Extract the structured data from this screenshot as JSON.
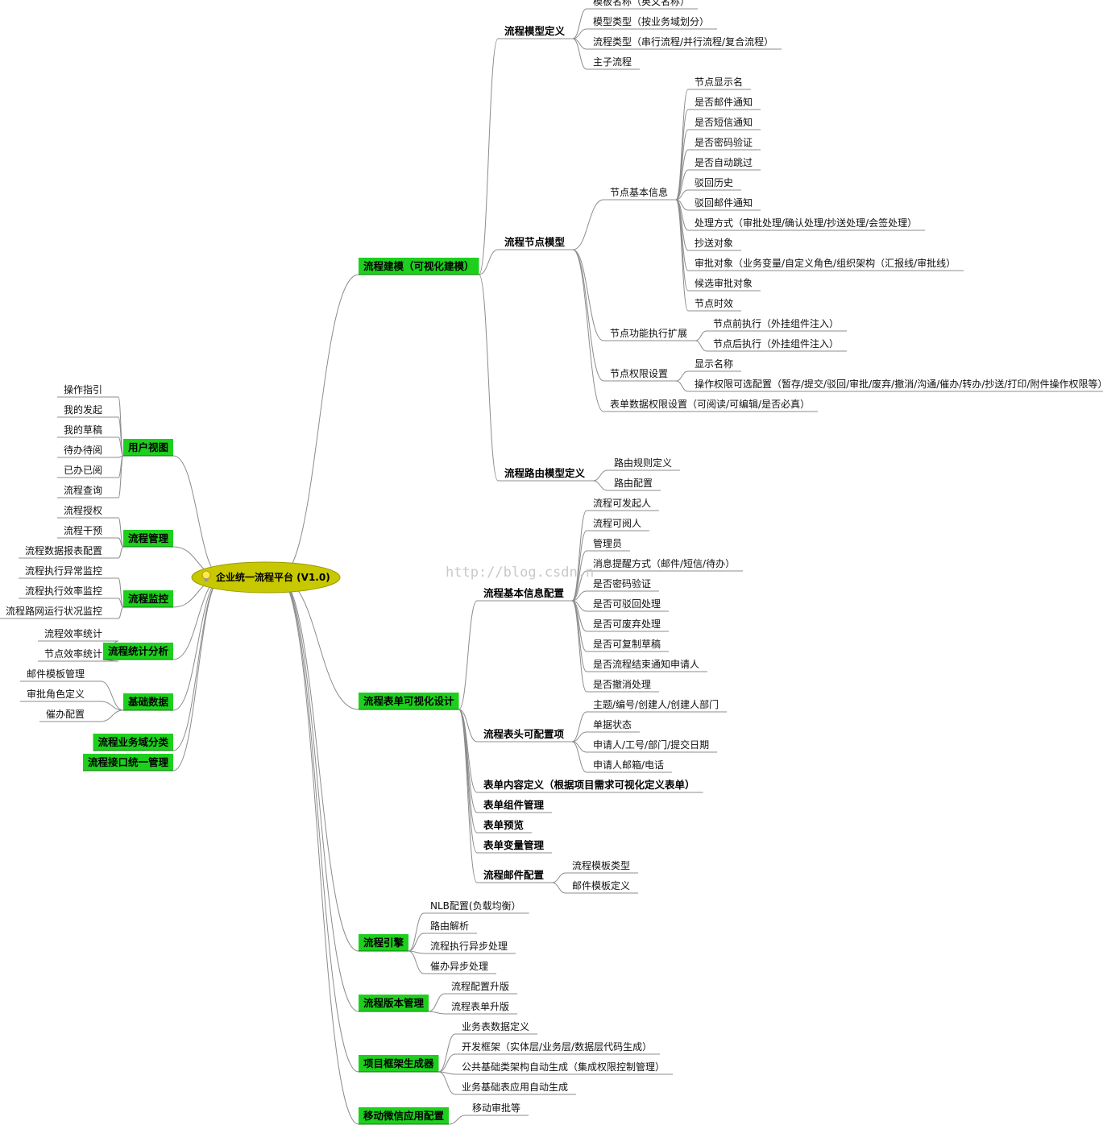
{
  "root": {
    "label": "企业统一流程平台 (V1.0)",
    "icon": "lightbulb-icon"
  },
  "watermark": "http://blog.csdn.n",
  "colors": {
    "root_fill": "#c8c800",
    "branch_fill": "#1ecf1e",
    "line": "#8c8c8c",
    "bulb": "#ffe94d"
  },
  "right_branches": [
    {
      "label": "流程建模（可视化建模）",
      "children": [
        {
          "label": "流程模型定义",
          "children": [
            {
              "label": "模板名称（英文名称）"
            },
            {
              "label": "模型类型（按业务域划分）"
            },
            {
              "label": "流程类型（串行流程/并行流程/复合流程）"
            },
            {
              "label": "主子流程"
            }
          ]
        },
        {
          "label": "流程节点模型",
          "children": [
            {
              "label": "节点基本信息",
              "children": [
                {
                  "label": "节点显示名"
                },
                {
                  "label": "是否邮件通知"
                },
                {
                  "label": "是否短信通知"
                },
                {
                  "label": "是否密码验证"
                },
                {
                  "label": "是否自动跳过"
                },
                {
                  "label": "驳回历史"
                },
                {
                  "label": "驳回邮件通知"
                },
                {
                  "label": "处理方式（审批处理/确认处理/抄送处理/会签处理）"
                },
                {
                  "label": "抄送对象"
                },
                {
                  "label": "审批对象（业务变量/自定义角色/组织架构（汇报线/审批线）"
                },
                {
                  "label": "候选审批对象"
                },
                {
                  "label": "节点时效"
                }
              ]
            },
            {
              "label": "节点功能执行扩展",
              "children": [
                {
                  "label": "节点前执行（外挂组件注入）"
                },
                {
                  "label": "节点后执行（外挂组件注入）"
                }
              ]
            },
            {
              "label": "节点权限设置",
              "children": [
                {
                  "label": "显示名称"
                },
                {
                  "label": "操作权限可选配置（暂存/提交/驳回/审批/废弃/撤消/沟通/催办/转办/抄送/打印/附件操作权限等）"
                }
              ]
            },
            {
              "label": "表单数据权限设置（可阅读/可编辑/是否必真）"
            }
          ]
        },
        {
          "label": "流程路由模型定义",
          "children": [
            {
              "label": "路由规则定义"
            },
            {
              "label": "路由配置"
            }
          ]
        }
      ]
    },
    {
      "label": "流程表单可视化设计",
      "children": [
        {
          "label": "流程基本信息配置",
          "children": [
            {
              "label": "流程可发起人"
            },
            {
              "label": "流程可阅人"
            },
            {
              "label": "管理员"
            },
            {
              "label": "消息提醒方式（邮件/短信/待办）"
            },
            {
              "label": "是否密码验证"
            },
            {
              "label": "是否可驳回处理"
            },
            {
              "label": "是否可废弃处理"
            },
            {
              "label": "是否可复制草稿"
            },
            {
              "label": "是否流程结束通知申请人"
            },
            {
              "label": "是否撤消处理"
            }
          ]
        },
        {
          "label": "流程表头可配置项",
          "children": [
            {
              "label": "主题/编号/创建人/创建人部门"
            },
            {
              "label": "单据状态"
            },
            {
              "label": "申请人/工号/部门/提交日期"
            },
            {
              "label": "申请人邮箱/电话"
            }
          ]
        },
        {
          "label": "表单内容定义（根据项目需求可视化定义表单）"
        },
        {
          "label": "表单组件管理"
        },
        {
          "label": "表单预览"
        },
        {
          "label": "表单变量管理"
        },
        {
          "label": "流程邮件配置",
          "children": [
            {
              "label": "流程模板类型"
            },
            {
              "label": "邮件模板定义"
            }
          ]
        }
      ]
    },
    {
      "label": "流程引擎",
      "children": [
        {
          "label": "NLB配置(负载均衡）"
        },
        {
          "label": "路由解析"
        },
        {
          "label": "流程执行异步处理"
        },
        {
          "label": "催办异步处理"
        }
      ]
    },
    {
      "label": "流程版本管理",
      "children": [
        {
          "label": "流程配置升版"
        },
        {
          "label": "流程表单升版"
        }
      ]
    },
    {
      "label": "项目框架生成器",
      "children": [
        {
          "label": "业务表数据定义"
        },
        {
          "label": "开发框架（实体层/业务层/数据层代码生成）"
        },
        {
          "label": "公共基础类架构自动生成（集成权限控制管理）"
        },
        {
          "label": "业务基础表应用自动生成"
        }
      ]
    },
    {
      "label": "移动微信应用配置",
      "children": [
        {
          "label": "移动审批等"
        }
      ]
    }
  ],
  "left_branches": [
    {
      "label": "用户视图",
      "children": [
        {
          "label": "操作指引"
        },
        {
          "label": "我的发起"
        },
        {
          "label": "我的草稿"
        },
        {
          "label": "待办待阅"
        },
        {
          "label": "已办已阅"
        },
        {
          "label": "流程查询"
        }
      ]
    },
    {
      "label": "流程管理",
      "children": [
        {
          "label": "流程授权"
        },
        {
          "label": "流程干预"
        },
        {
          "label": "流程数据报表配置"
        }
      ]
    },
    {
      "label": "流程监控",
      "children": [
        {
          "label": "流程执行异常监控"
        },
        {
          "label": "流程执行效率监控"
        },
        {
          "label": "流程路网运行状况监控"
        }
      ]
    },
    {
      "label": "流程统计分析",
      "children": [
        {
          "label": "流程效率统计"
        },
        {
          "label": "节点效率统计"
        }
      ]
    },
    {
      "label": "基础数据",
      "children": [
        {
          "label": "邮件模板管理"
        },
        {
          "label": "审批角色定义"
        },
        {
          "label": "催办配置"
        }
      ]
    },
    {
      "label": "流程业务域分类"
    },
    {
      "label": "流程接口统一管理"
    }
  ]
}
